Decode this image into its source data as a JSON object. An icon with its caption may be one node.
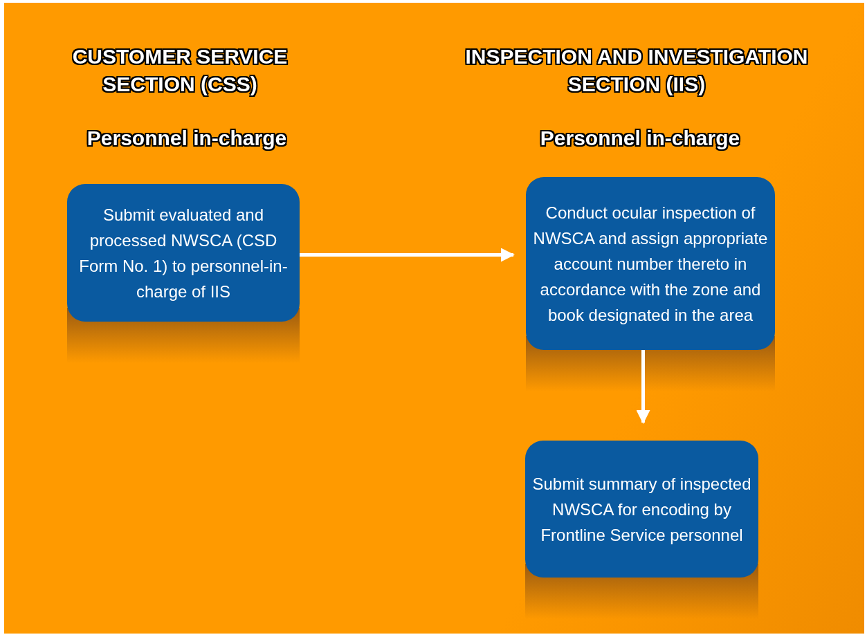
{
  "diagram": {
    "nodes": [
      {
        "text": [
          "Submit evaluated and processed NWSCA (CSD Form No. 1) to personnel-in-charge of IIS"
        ]
      },
      {
        "text": [
          "Conduct ocular inspection of NWSCA and assign appropriate account number thereto in accordance with the zone and book designated in the area"
        ]
      },
      {
        "text": [
          "Submit summary of inspected NWSCA for encoding by Frontline Service personnel"
        ]
      }
    ],
    "edges": [
      {
        "from": 0,
        "to": 1,
        "arrow": "to"
      },
      {
        "from": 1,
        "to": 2,
        "arrow": "to"
      }
    ],
    "labels": [
      "CUSTOMER SERVICE SECTION (CSS)",
      "Personnel in-charge",
      "INSPECTION AND INVESTIGATION SECTION (IIS)",
      "Personnel in-charge"
    ]
  }
}
